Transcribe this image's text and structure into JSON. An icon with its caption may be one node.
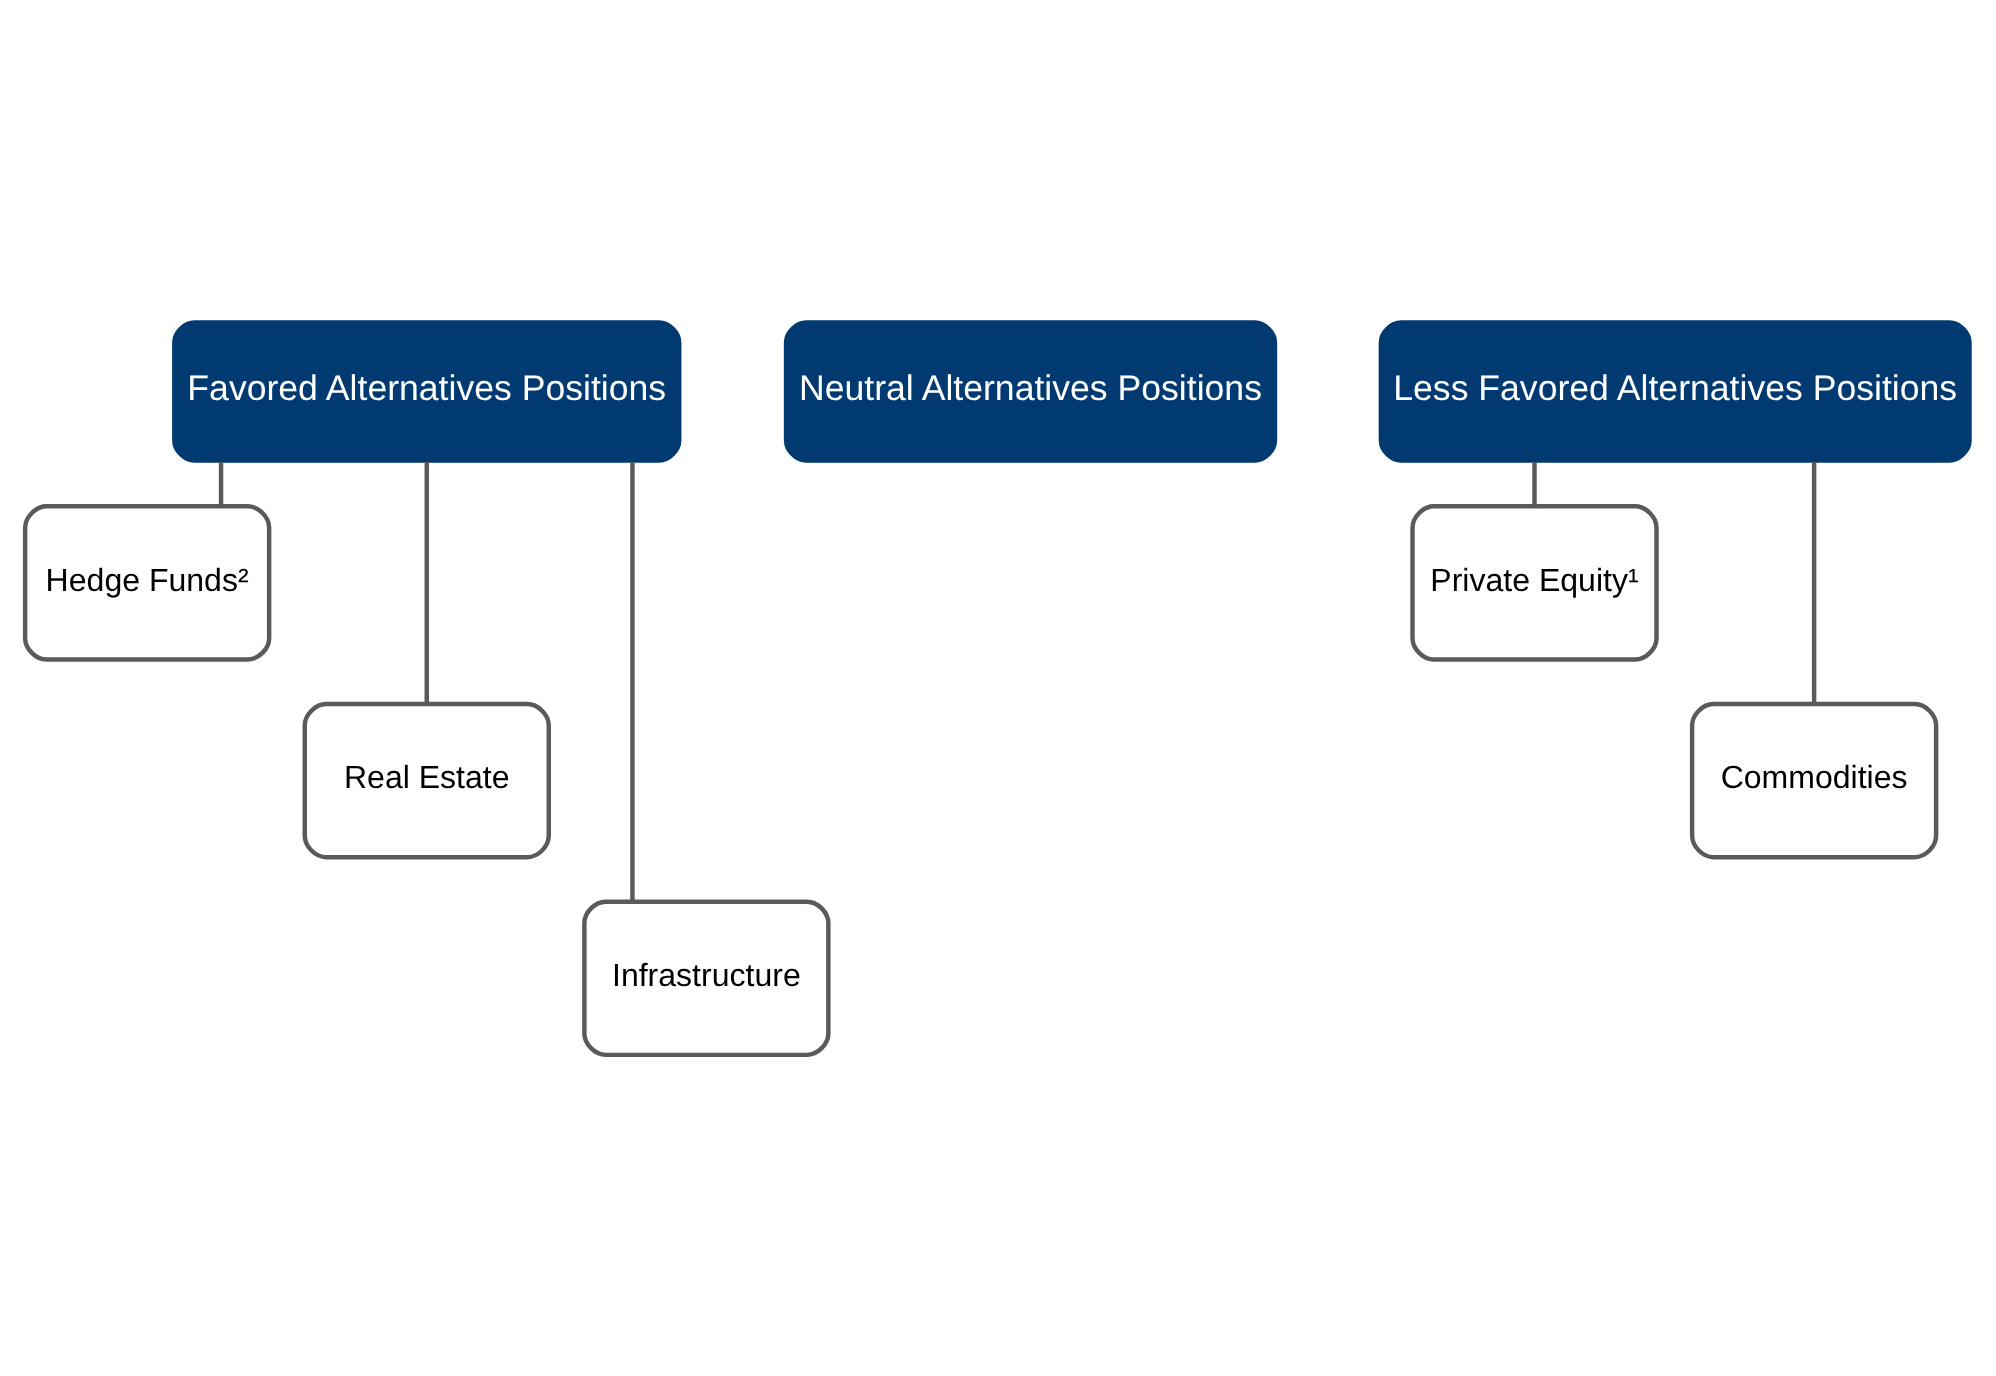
{
  "diagram": {
    "nodes": [
      {
        "text": [
          "Favored Alternatives Positions"
        ]
      },
      {
        "text": [
          "Neutral Alternatives Positions"
        ]
      },
      {
        "text": [
          "Less Favored Alternatives Positions"
        ]
      },
      {
        "text": [
          "Hedge Funds²"
        ]
      },
      {
        "text": [
          "Real Estate"
        ]
      },
      {
        "text": [
          "Infrastructure"
        ]
      },
      {
        "text": [
          "Private Equity¹"
        ]
      },
      {
        "text": [
          "Commodities"
        ]
      }
    ],
    "edges": [
      {
        "from": 0,
        "to": 3,
        "arrow": "none"
      },
      {
        "from": 0,
        "to": 4,
        "arrow": "none"
      },
      {
        "from": 0,
        "to": 5,
        "arrow": "none"
      },
      {
        "from": 2,
        "to": 6,
        "arrow": "none"
      },
      {
        "from": 2,
        "to": 7,
        "arrow": "none"
      }
    ]
  }
}
